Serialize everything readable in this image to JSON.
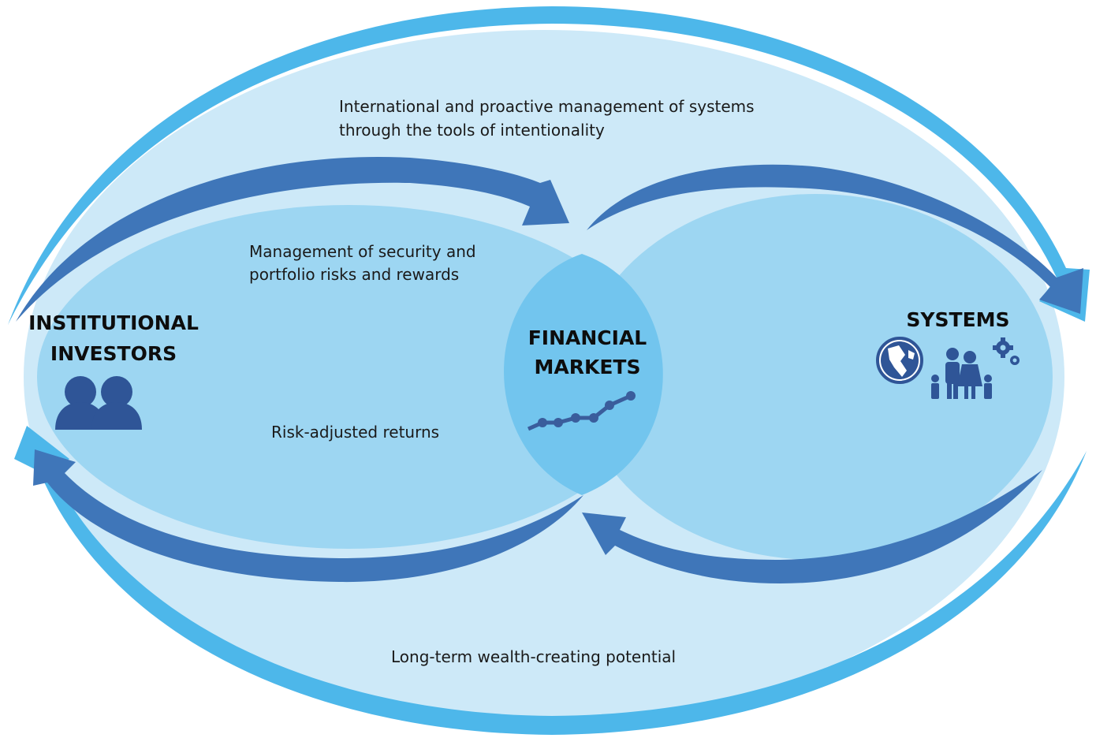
{
  "nodes": {
    "institutional_investors": {
      "line1": "INSTITUTIONAL",
      "line2": "INVESTORS",
      "icon": "people-icon"
    },
    "financial_markets": {
      "line1": "FINANCIAL",
      "line2": "MARKETS",
      "icon": "trend-line-icon"
    },
    "systems": {
      "label": "SYSTEMS",
      "icons": [
        "globe-icon",
        "family-icon",
        "gears-icon"
      ]
    }
  },
  "labels": {
    "top_line1": "International and proactive management of systems",
    "top_line2": "through the tools of intentionality",
    "inner_line1": "Management of security and",
    "inner_line2": "portfolio risks and rewards",
    "returns": "Risk-adjusted returns",
    "bottom": "Long-term wealth-creating potential"
  },
  "colors": {
    "outer_fill": "#cde9f8",
    "inner_fill": "#9dd6f2",
    "overlap_fill": "#72c5ee",
    "dark_arrow": "#3f76b9",
    "light_arrow": "#4db7ea",
    "icon": "#2f5597"
  }
}
